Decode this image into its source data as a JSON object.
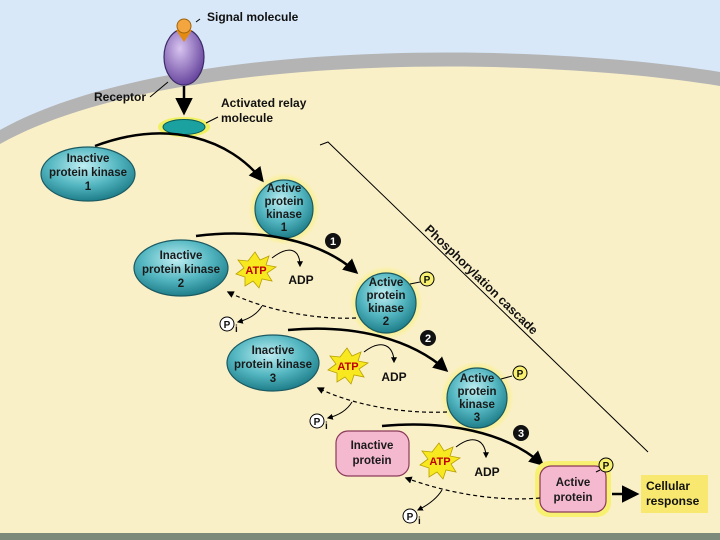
{
  "labels": {
    "signal_molecule": "Signal molecule",
    "receptor": "Receptor",
    "relay_line1": "Activated relay",
    "relay_line2": "molecule",
    "cascade": "Phosphorylation cascade",
    "cellular_line1": "Cellular",
    "cellular_line2": "response"
  },
  "inactive_kinases": [
    {
      "line1": "Inactive",
      "line2": "protein kinase",
      "line3": "1"
    },
    {
      "line1": "Inactive",
      "line2": "protein kinase",
      "line3": "2"
    },
    {
      "line1": "Inactive",
      "line2": "protein kinase",
      "line3": "3"
    }
  ],
  "active_kinases": [
    {
      "line1": "Active",
      "line2": "protein",
      "line3": "kinase",
      "line4": "1"
    },
    {
      "line1": "Active",
      "line2": "protein",
      "line3": "kinase",
      "line4": "2"
    },
    {
      "line1": "Active",
      "line2": "protein",
      "line3": "kinase",
      "line4": "3"
    }
  ],
  "inactive_protein": {
    "line1": "Inactive",
    "line2": "protein"
  },
  "active_protein": {
    "line1": "Active",
    "line2": "protein"
  },
  "steps": [
    "1",
    "2",
    "3"
  ],
  "atp": "ATP",
  "adp": "ADP",
  "phosphate": "P",
  "phosphate_sub": "i",
  "colors": {
    "cytoplasm": "#faf0c8",
    "membrane": "#b4b4b4",
    "background": "#d8e8f8",
    "kinase_fill": "#3aa6b0",
    "protein_fill": "#f4b8cf",
    "glow": "#f4f060",
    "atp_star": "#f8e820",
    "response_box": "#f8e870",
    "receptor": "#8a63b8",
    "signal": "#f0a020"
  }
}
